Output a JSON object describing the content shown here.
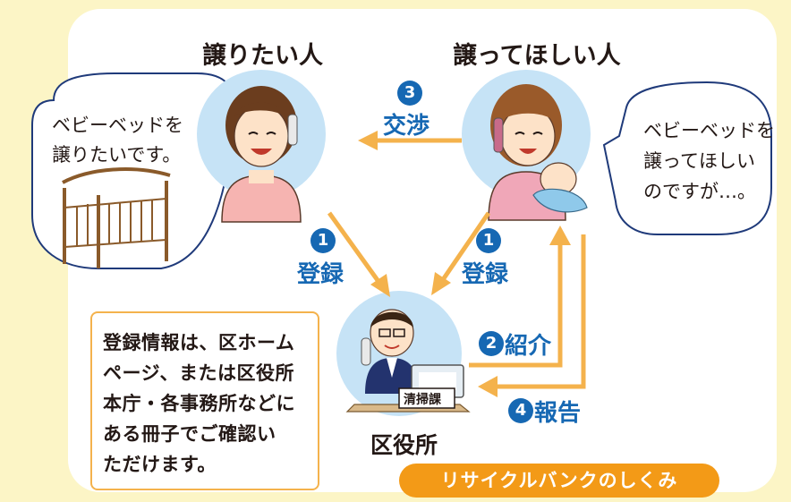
{
  "colors": {
    "background": "#fcf5c6",
    "panel": "#ffffff",
    "circle": "#c6e3f6",
    "arrow": "#f4b24c",
    "accent_blue": "#1668b3",
    "caption_bg": "#f39a17"
  },
  "persons": {
    "giver": {
      "title": "譲りたい人"
    },
    "receiver": {
      "title": "譲ってほしい人"
    },
    "office": {
      "title": "区役所",
      "desk_sign": "清掃課"
    }
  },
  "bubbles": {
    "giver": {
      "line1": "ベビーベッドを",
      "line2": "譲りたいです。"
    },
    "receiver": {
      "line1": "ベビーベッドを",
      "line2": "譲ってほしい",
      "line3": "のですが…。"
    }
  },
  "steps": {
    "negotiate": {
      "number": "3",
      "label": "交渉"
    },
    "register_left": {
      "number": "1",
      "label": "登録"
    },
    "register_right": {
      "number": "1",
      "label": "登録"
    },
    "introduce": {
      "number": "2",
      "label": "紹介"
    },
    "report": {
      "number": "4",
      "label": "報告"
    }
  },
  "info_box": {
    "text_line1": "登録情報は、区ホーム",
    "text_line2": "ページ、または区役所",
    "text_line3": "本庁・各事務所などに",
    "text_line4": "ある冊子でご確認い",
    "text_line5": "ただけます。"
  },
  "caption": "リサイクルバンクのしくみ"
}
